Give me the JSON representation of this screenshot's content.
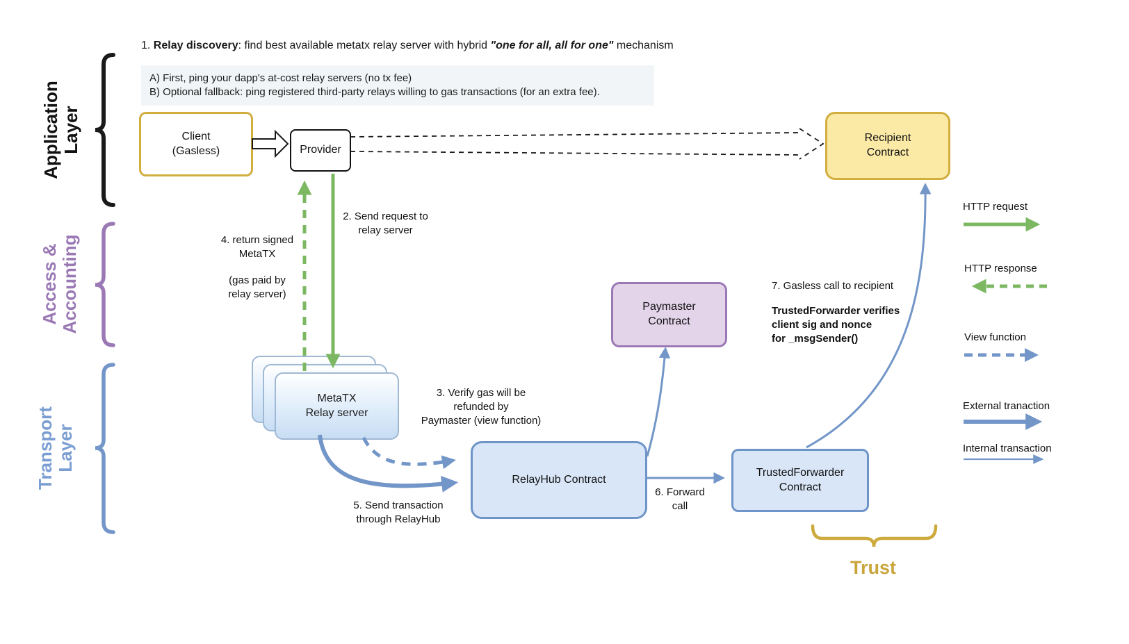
{
  "header": {
    "step1_prefix": "1. ",
    "step1_bold": "Relay discovery",
    "step1_mid": ": find best available metatx relay server with hybrid ",
    "step1_italic": "\"one for all, all for one\"",
    "step1_suffix": " mechanism",
    "note_a": "A) First, ping your dapp's at-cost relay servers (no tx fee)",
    "note_b": "B) Optional fallback: ping registered third-party relays willing to gas transactions (for an extra fee)."
  },
  "layers": [
    {
      "name": "application-layer",
      "label": "Application\nLayer"
    },
    {
      "name": "access-accounting-layer",
      "label": "Access &\nAccounting"
    },
    {
      "name": "transport-layer",
      "label": "Transport\nLayer"
    }
  ],
  "nodes": {
    "client": {
      "label": "Client\n(Gasless)"
    },
    "provider": {
      "label": "Provider"
    },
    "recipient": {
      "label": "Recipient\nContract"
    },
    "paymaster": {
      "label": "Paymaster\nContract"
    },
    "relay_server": {
      "label": "MetaTX\nRelay server"
    },
    "relayhub": {
      "label": "RelayHub Contract"
    },
    "trusted_forwarder": {
      "label": "TrustedForwarder\nContract"
    }
  },
  "annotations": {
    "step2": "2. Send request to\nrelay server",
    "step3": "3. Verify gas will be\nrefunded by\nPaymaster (view function)",
    "step4": "4. return signed\nMetaTX",
    "step4_note": "(gas paid by\nrelay server)",
    "step5": "5. Send transaction\nthrough RelayHub",
    "step6": "6. Forward\ncall",
    "step7": "7. Gasless call to recipient",
    "step7_detail": "TrustedForwarder verifies\nclient sig and nonce\nfor _msgSender()",
    "trust": "Trust"
  },
  "legend": [
    {
      "label": "HTTP request",
      "style": "green-solid"
    },
    {
      "label": "HTTP response",
      "style": "green-dashed-left"
    },
    {
      "label": "View function",
      "style": "blue-dashed"
    },
    {
      "label": "External tranaction",
      "style": "blue-thick"
    },
    {
      "label": "Internal transaction",
      "style": "blue-thin"
    }
  ],
  "colors": {
    "gold_border": "#d2ae3e",
    "gold_fill": "#fbe9a6",
    "purple_border": "#9b79b5",
    "purple_fill": "#e4d4ea",
    "blue_border": "#6e94c8",
    "blue_fill": "#d9e6f8",
    "green": "#7cb862",
    "black": "#1a1a1a"
  }
}
